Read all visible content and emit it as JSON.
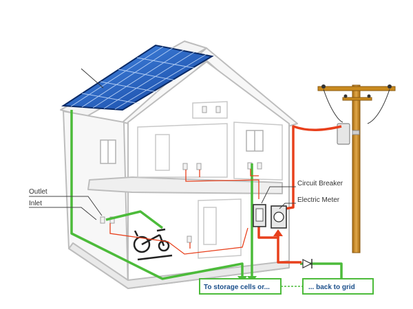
{
  "labels": {
    "outlet": "Outlet",
    "inlet": "Inlet",
    "circuit_breaker": "Circuit Breaker",
    "electric_meter": "Electric Meter"
  },
  "boxes": {
    "storage": "To storage cells or...",
    "grid": "... back to grid"
  },
  "colors": {
    "dc_wire": "#4cbb3a",
    "ac_wire": "#e8401c",
    "solar_panel": "#1f67c9",
    "box_border": "#4cbb3a",
    "label_text": "#1a4f8a",
    "pole": "#c98a1e"
  }
}
